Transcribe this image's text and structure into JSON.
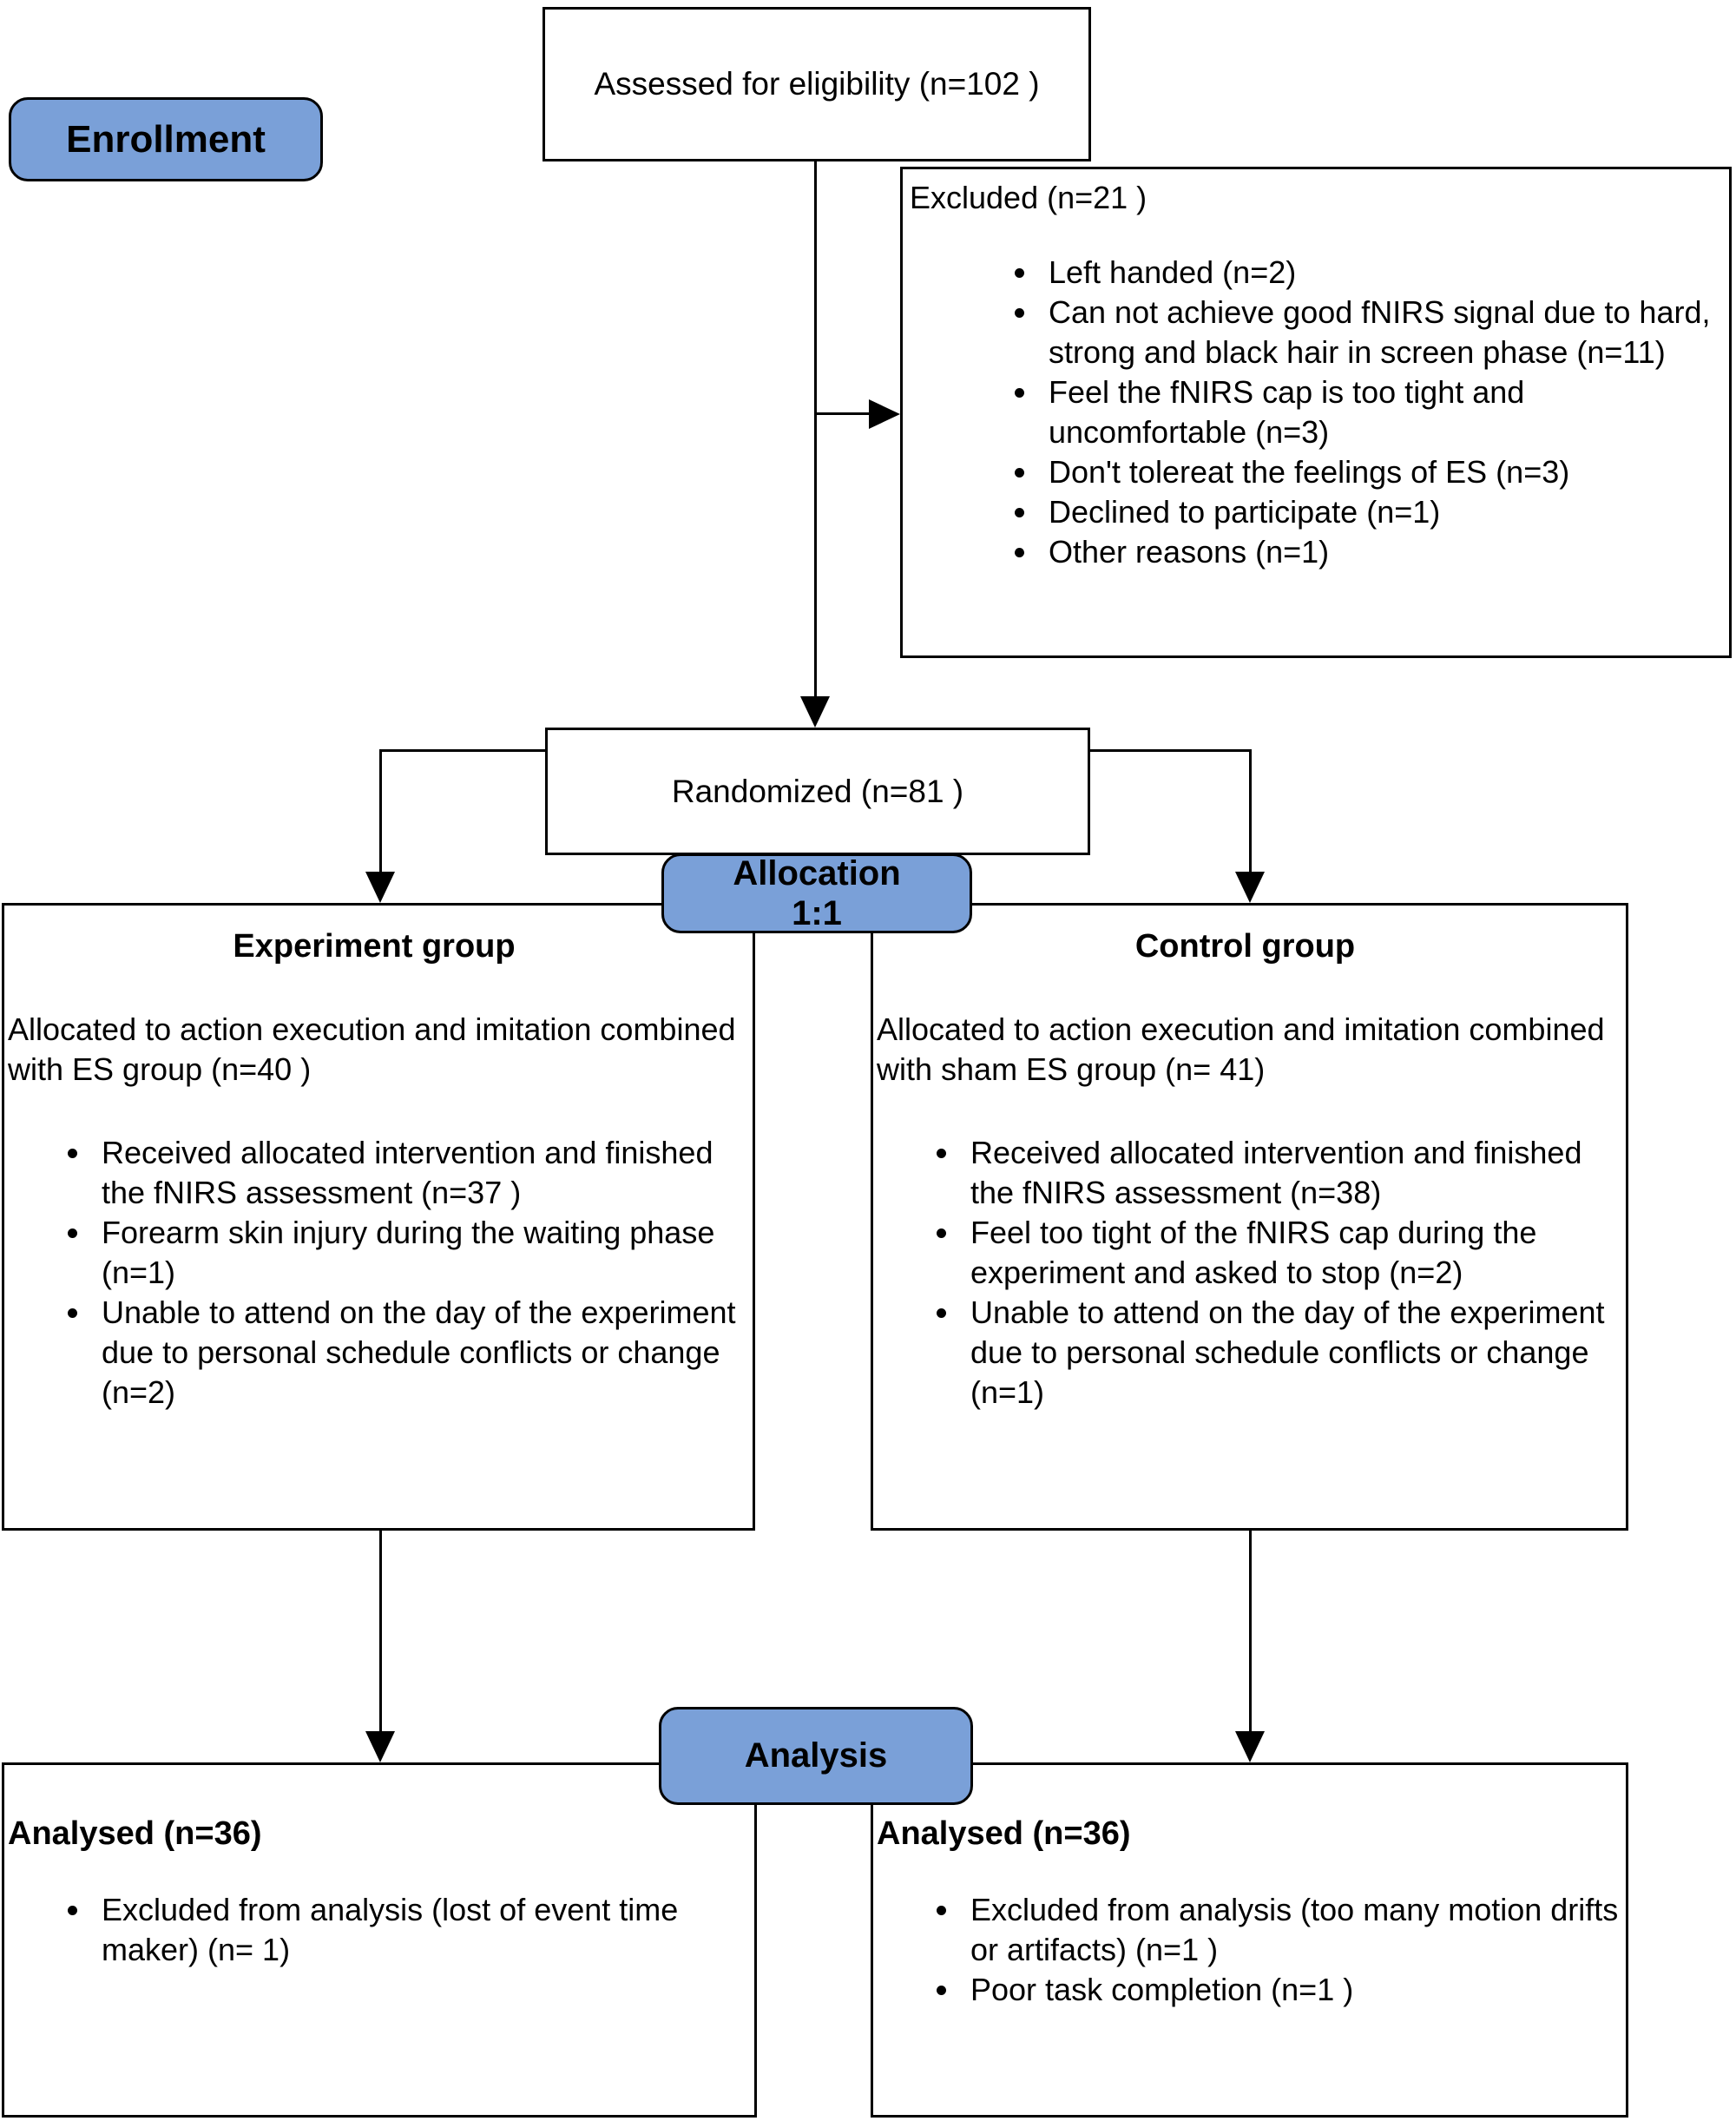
{
  "colors": {
    "badge_fill": "#7AA0D8",
    "line": "#000000",
    "box_border": "#000000"
  },
  "stages": {
    "enrollment": "Enrollment",
    "allocation_line1": "Allocation",
    "allocation_line2": "1:1",
    "analysis": "Analysis"
  },
  "eligibility": {
    "text": "Assessed for eligibility (n=102 )"
  },
  "excluded": {
    "title": "Excluded (n=21 )",
    "bullets": [
      "Left handed (n=2)",
      "Can not achieve good fNIRS signal due to hard, strong and black hair in screen phase (n=11)",
      "Feel the fNIRS cap is too tight and uncomfortable (n=3)",
      "Don't tolereat the feelings of ES (n=3)",
      "Declined to participate (n=1)",
      "Other reasons (n=1)"
    ]
  },
  "randomized": {
    "text": "Randomized (n=81 )"
  },
  "experiment_group": {
    "title": "Experiment group",
    "allocation_text": "Allocated to action execution and imitation combined with ES group (n=40 )",
    "bullets": [
      "Received allocated intervention and finished the fNIRS assessment (n=37 )",
      "Forearm skin injury during the waiting phase (n=1)",
      "Unable to attend on the day of the experiment due to personal schedule conflicts or change (n=2)"
    ]
  },
  "control_group": {
    "title": "Control group",
    "allocation_text": "Allocated to action execution and imitation combined with sham ES group (n= 41)",
    "bullets": [
      "Received allocated intervention and finished the fNIRS assessment (n=38)",
      "Feel too tight of the fNIRS cap during the experiment and asked to stop (n=2)",
      "Unable to attend on the day of the experiment due to personal schedule conflicts or change (n=1)"
    ]
  },
  "analysed_experiment": {
    "title": "Analysed (n=36)",
    "bullets": [
      "Excluded from analysis (lost of event time maker) (n= 1)"
    ]
  },
  "analysed_control": {
    "title": "Analysed (n=36)",
    "bullets": [
      "Excluded from analysis (too many motion drifts or artifacts) (n=1 )",
      "Poor task completion (n=1 )"
    ]
  }
}
